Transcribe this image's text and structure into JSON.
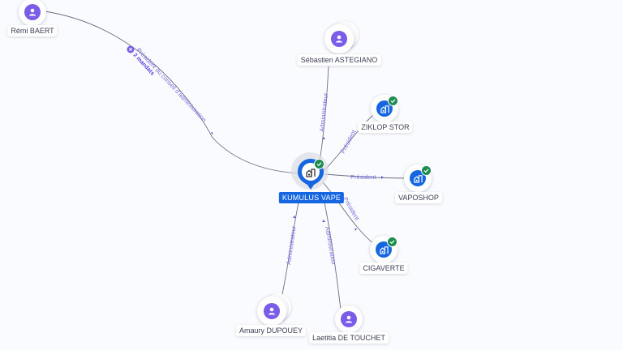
{
  "center": {
    "name": "KUMULUS VAPE",
    "icon": "company-building-icon",
    "status": "active-check",
    "color": "#1566e0"
  },
  "people": [
    {
      "id": "remi",
      "name": "Rémi BAERT",
      "icon": "person-icon"
    },
    {
      "id": "sebastien",
      "name": "Sébastien ASTEGIANO",
      "icon": "person-icon",
      "stacked": true
    },
    {
      "id": "amaury",
      "name": "Amaury DUPOUEY",
      "icon": "person-icon",
      "stacked": true
    },
    {
      "id": "laetitia",
      "name": "Laetitia DE TOUCHET",
      "icon": "person-icon"
    }
  ],
  "companies": [
    {
      "id": "ziklop",
      "name": "ZIKLOP STOR",
      "icon": "company-building-icon",
      "status": "active-check"
    },
    {
      "id": "vaposhop",
      "name": "VAPOSHOP",
      "icon": "company-building-icon",
      "status": "active-check"
    },
    {
      "id": "cigaverte",
      "name": "CIGAVERTE",
      "icon": "company-building-icon",
      "status": "active-check"
    }
  ],
  "edges": {
    "remi": {
      "label": "Président du conseil d'administration",
      "badge": "2 mandats",
      "badge_icon": "close-icon"
    },
    "sebastien": {
      "label": "Administrateur"
    },
    "amaury": {
      "label": "Administrateur"
    },
    "laetitia": {
      "label": "Administrateur"
    },
    "ziklop": {
      "label": "Président"
    },
    "vaposhop": {
      "label": "Président"
    },
    "cigaverte": {
      "label": "Président"
    }
  },
  "colors": {
    "person": "#7b5ce8",
    "company": "#1566e0",
    "active": "#1e8b4f",
    "edge_label": "#7a6fe0",
    "edge": "#6b7085"
  }
}
